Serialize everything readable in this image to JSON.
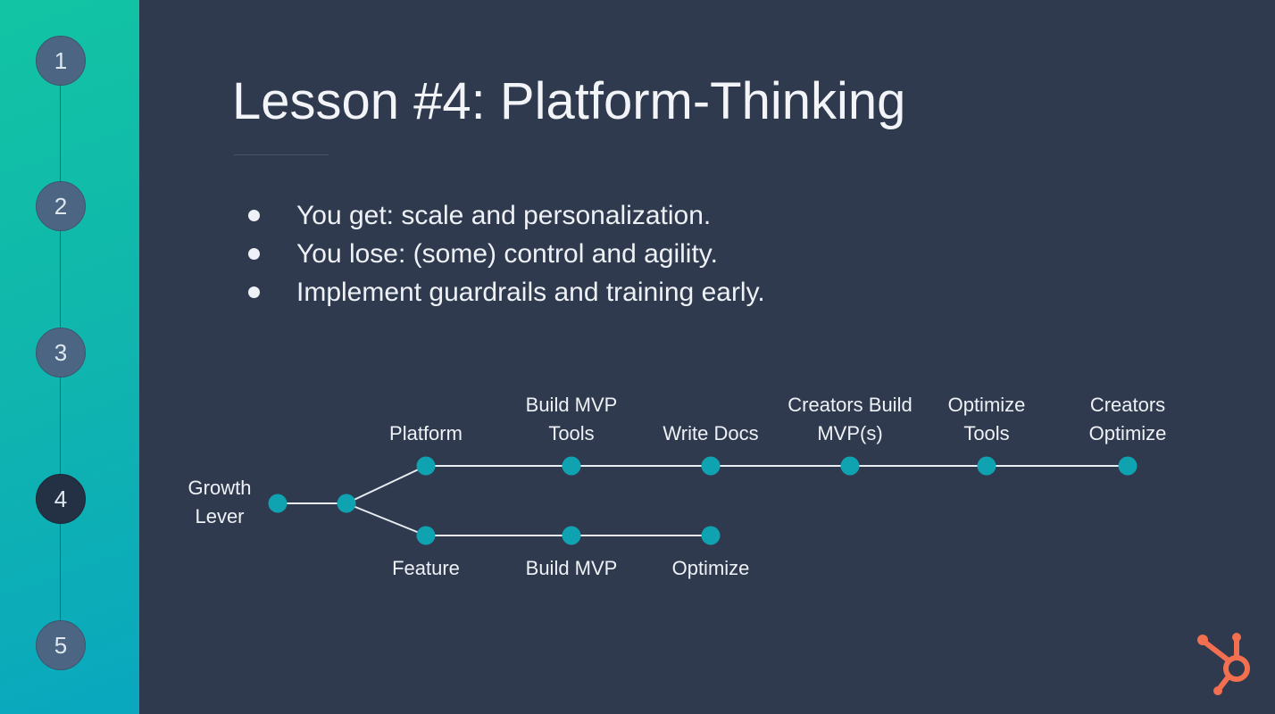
{
  "sidebar": {
    "steps": [
      "1",
      "2",
      "3",
      "4",
      "5"
    ],
    "active_step": "4"
  },
  "slide": {
    "title": "Lesson #4: Platform-Thinking",
    "bullets": [
      "You get: scale and personalization.",
      "You lose: (some) control and agility.",
      "Implement guardrails and training early."
    ]
  },
  "diagram": {
    "nodes": [
      {
        "id": "growth-lever",
        "label": [
          "Growth",
          "Lever"
        ]
      },
      {
        "id": "branch-point",
        "label": []
      },
      {
        "id": "platform",
        "label": [
          "Platform"
        ]
      },
      {
        "id": "build-mvp-tools",
        "label": [
          "Build MVP",
          "Tools"
        ]
      },
      {
        "id": "write-docs",
        "label": [
          "Write Docs"
        ]
      },
      {
        "id": "creators-build-mvps",
        "label": [
          "Creators Build",
          "MVP(s)"
        ]
      },
      {
        "id": "optimize-tools",
        "label": [
          "Optimize",
          "Tools"
        ]
      },
      {
        "id": "creators-optimize",
        "label": [
          "Creators",
          "Optimize"
        ]
      },
      {
        "id": "feature",
        "label": [
          "Feature"
        ]
      },
      {
        "id": "build-mvp",
        "label": [
          "Build MVP"
        ]
      },
      {
        "id": "optimize",
        "label": [
          "Optimize"
        ]
      }
    ],
    "edges": [
      [
        "growth-lever",
        "branch-point"
      ],
      [
        "branch-point",
        "platform"
      ],
      [
        "platform",
        "build-mvp-tools"
      ],
      [
        "build-mvp-tools",
        "write-docs"
      ],
      [
        "write-docs",
        "creators-build-mvps"
      ],
      [
        "creators-build-mvps",
        "optimize-tools"
      ],
      [
        "optimize-tools",
        "creators-optimize"
      ],
      [
        "branch-point",
        "feature"
      ],
      [
        "feature",
        "build-mvp"
      ],
      [
        "build-mvp",
        "optimize"
      ]
    ]
  },
  "colors": {
    "background": "#2f3a4f",
    "node": "#0fa2b0",
    "edge": "#e9edf2",
    "text": "#eef1f5",
    "logo": "#f26f4f"
  },
  "logo": {
    "icon": "hubspot-sprocket-icon"
  }
}
